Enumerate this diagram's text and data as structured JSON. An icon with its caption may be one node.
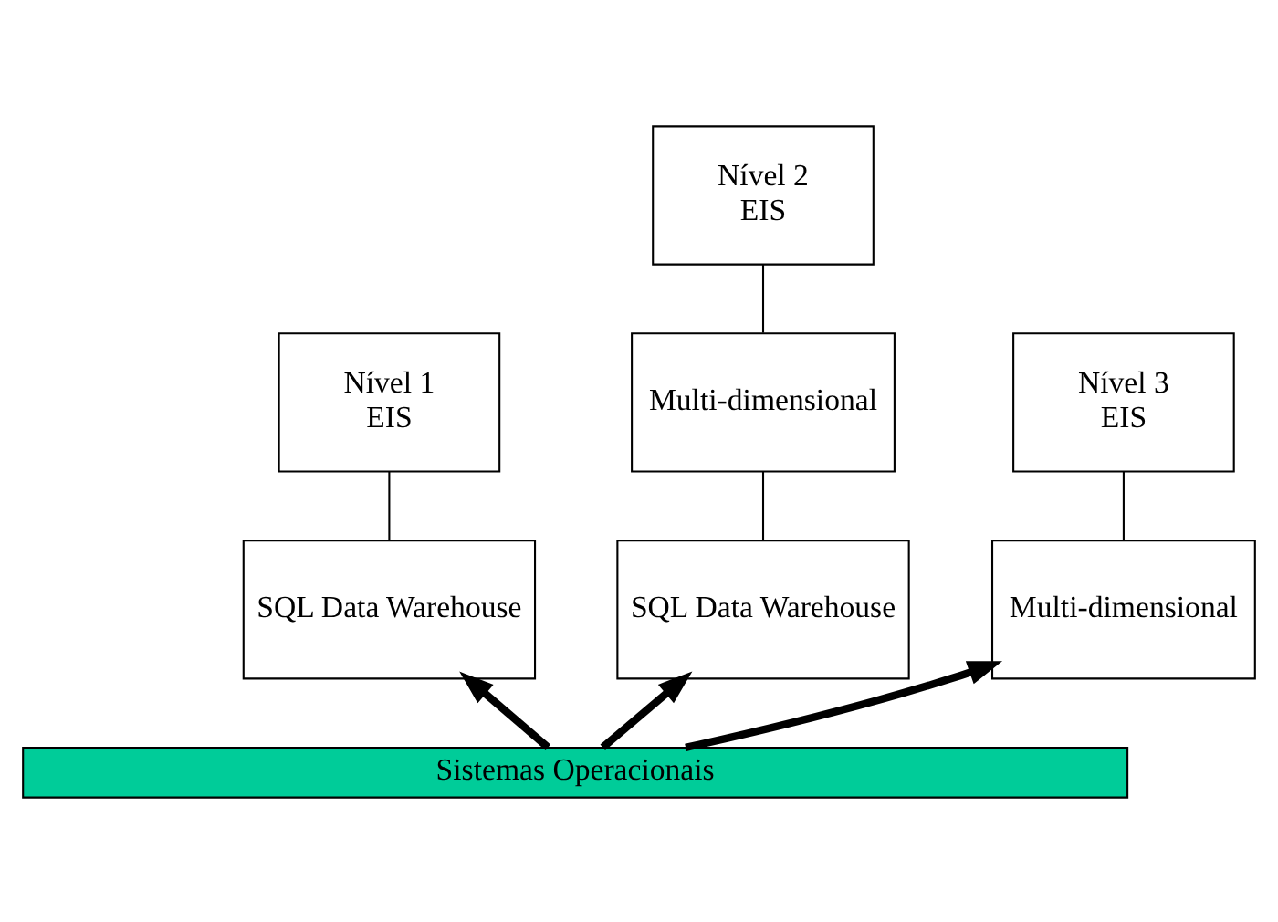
{
  "diagram": {
    "nodes": [
      {
        "text": [
          "Nível 1",
          "EIS"
        ]
      },
      {
        "text": [
          "SQL Data Warehouse"
        ]
      },
      {
        "text": [
          "Nível 2",
          "EIS"
        ]
      },
      {
        "text": [
          "Multi-dimensional"
        ]
      },
      {
        "text": [
          "SQL Data Warehouse"
        ]
      },
      {
        "text": [
          "Nível 3",
          "EIS"
        ]
      },
      {
        "text": [
          "Multi-dimensional"
        ]
      },
      {
        "text": [
          "Sistemas Operacionais"
        ]
      }
    ],
    "edges": [
      {
        "from": 0,
        "to": 1,
        "arrow": "none"
      },
      {
        "from": 2,
        "to": 3,
        "arrow": "none"
      },
      {
        "from": 3,
        "to": 4,
        "arrow": "none"
      },
      {
        "from": 5,
        "to": 6,
        "arrow": "none"
      },
      {
        "from": 7,
        "to": 1,
        "arrow": "to",
        "style": "thick"
      },
      {
        "from": 7,
        "to": 4,
        "arrow": "to",
        "style": "thick"
      },
      {
        "from": 7,
        "to": 6,
        "arrow": "to",
        "style": "thick"
      }
    ]
  }
}
